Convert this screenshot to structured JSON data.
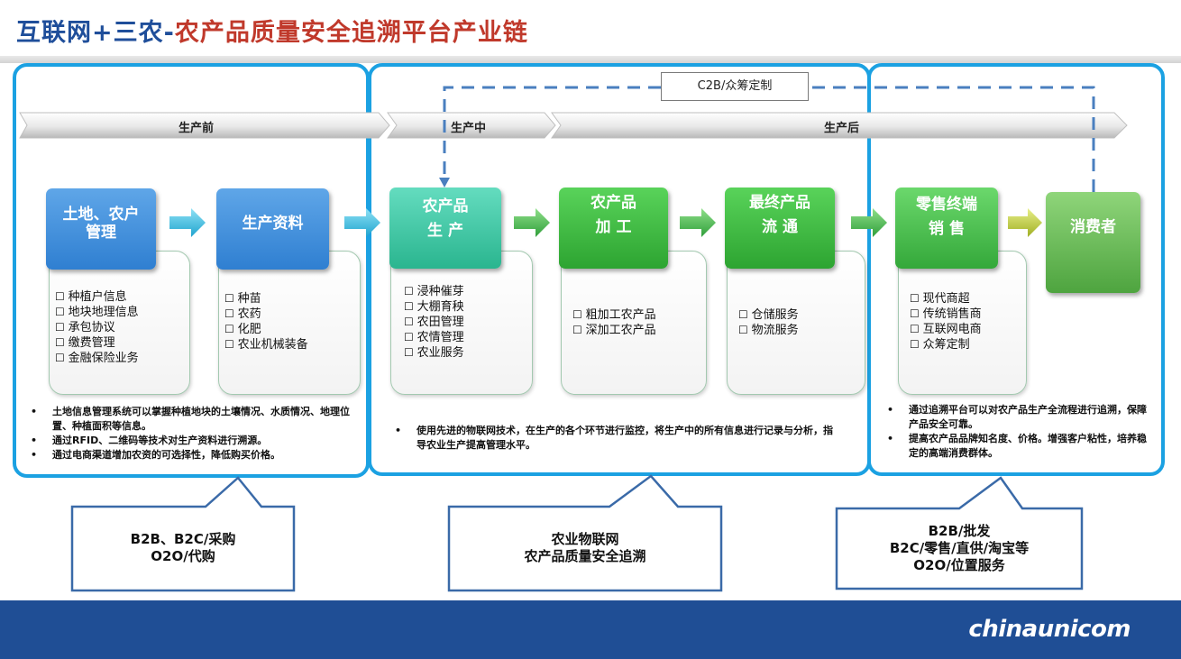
{
  "title": {
    "part1": "互联网+三农-",
    "part2": "农产品质量安全追溯平台产业链"
  },
  "phases": {
    "before": "生产前",
    "during": "生产中",
    "after": "生产后"
  },
  "c2b_label": "C2B/众筹定制",
  "steps": [
    {
      "lines": [
        "土地、农户",
        "管理"
      ],
      "items": [
        "种植户信息",
        "地块地理信息",
        "承包协议",
        "缴费管理",
        "金融保险业务"
      ]
    },
    {
      "lines": [
        "生产资料"
      ],
      "items": [
        "种苗",
        "农药",
        "化肥",
        "农业机械装备"
      ]
    },
    {
      "lines": [
        "农产品",
        "生 产"
      ],
      "items": [
        "浸种催芽",
        "大棚育秧",
        "农田管理",
        "农情管理",
        "农业服务"
      ]
    },
    {
      "lines": [
        "农产品",
        "加 工"
      ],
      "items": [
        "粗加工农产品",
        "深加工农产品"
      ]
    },
    {
      "lines": [
        "最终产品",
        "流 通"
      ],
      "items": [
        "仓储服务",
        "物流服务"
      ]
    },
    {
      "lines": [
        "零售终端",
        "销 售"
      ],
      "items": [
        "现代商超",
        "传统销售商",
        "互联网电商",
        "众筹定制"
      ]
    },
    {
      "lines": [
        "消费者"
      ],
      "items": []
    }
  ],
  "notes": {
    "left": [
      "土地信息管理系统可以掌握种植地块的土壤情况、水质情况、地理位置、种植面积等信息。",
      "通过RFID、二维码等技术对生产资料进行溯源。",
      "通过电商渠道增加农资的可选择性，降低购买价格。"
    ],
    "middle": [
      "使用先进的物联网技术，在生产的各个环节进行监控，将生产中的所有信息进行记录与分析，指导农业生产提高管理水平。"
    ],
    "right": [
      "通过追溯平台可以对农产品生产全流程进行追溯，保障产品安全可靠。",
      "提高农产品品牌知名度、价格。增强客户粘性，培养稳定的高端消费群体。"
    ]
  },
  "callouts": {
    "left": [
      "B2B、B2C/采购",
      "O2O/代购"
    ],
    "middle": [
      "农业物联网",
      "农产品质量安全追溯"
    ],
    "right": [
      "B2B/批发",
      "B2C/零售/直供/淘宝等",
      "O2O/位置服务"
    ]
  },
  "colors": {
    "accent_blue": "#1ba1e2",
    "footer": "#1f4e95",
    "title_blue": "#1f4e9a",
    "title_red": "#c0392b"
  },
  "brand": "chinaunicom"
}
